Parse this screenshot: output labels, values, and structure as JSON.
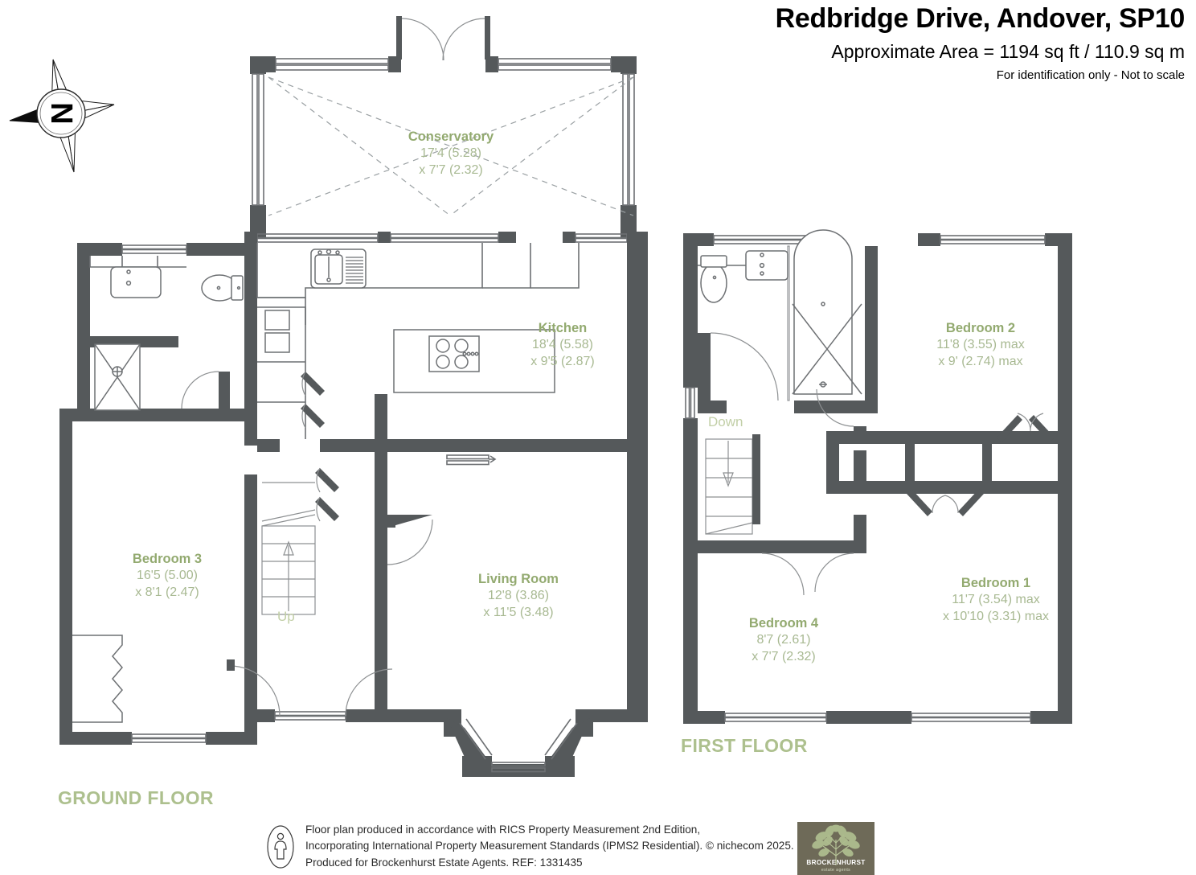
{
  "header": {
    "title": "Redbridge Drive, Andover, SP10",
    "area": "Approximate Area = 1194 sq ft / 110.9 sq m",
    "note": "For identification only - Not to scale"
  },
  "compass": {
    "label": "N"
  },
  "floors": [
    {
      "id": "ground",
      "title": "GROUND FLOOR"
    },
    {
      "id": "first",
      "title": "FIRST FLOOR"
    }
  ],
  "rooms": [
    {
      "name": "Conservatory",
      "dim1": "17'4 (5.28)",
      "dim2": "x 7'7 (2.32)"
    },
    {
      "name": "Kitchen",
      "dim1": "18'4 (5.58)",
      "dim2": "x 9'5 (2.87)"
    },
    {
      "name": "Bedroom 3",
      "dim1": "16'5 (5.00)",
      "dim2": "x 8'1 (2.47)"
    },
    {
      "name": "Living Room",
      "dim1": "12'8 (3.86)",
      "dim2": "x 11'5 (3.48)"
    },
    {
      "name": "Bedroom 2",
      "dim1": "11'8 (3.55) max",
      "dim2": "x 9' (2.74) max"
    },
    {
      "name": "Bedroom 1",
      "dim1": "11'7 (3.54) max",
      "dim2": "x 10'10 (3.31) max"
    },
    {
      "name": "Bedroom 4",
      "dim1": "8'7 (2.61)",
      "dim2": "x 7'7 (2.32)"
    }
  ],
  "stairs": {
    "up_label": "Up",
    "down_label": "Down"
  },
  "footer": {
    "line1": "Floor plan produced in accordance with RICS Property Measurement 2nd Edition,",
    "line2": "Incorporating International Property Measurement Standards (IPMS2 Residential).",
    "copyright": "© nichecom 2025.",
    "line3": "Produced for Brockenhurst Estate Agents.   REF: 1331435",
    "logo_name": "BROCKENHURST",
    "logo_sub": "estate agents"
  },
  "colors": {
    "wall": "#55595b",
    "thin": "#6d7073",
    "label_green": "#93aa70",
    "dim_green": "#a8b992",
    "floor_title_green": "#adc08e",
    "logo_bg": "#6e6a58"
  }
}
